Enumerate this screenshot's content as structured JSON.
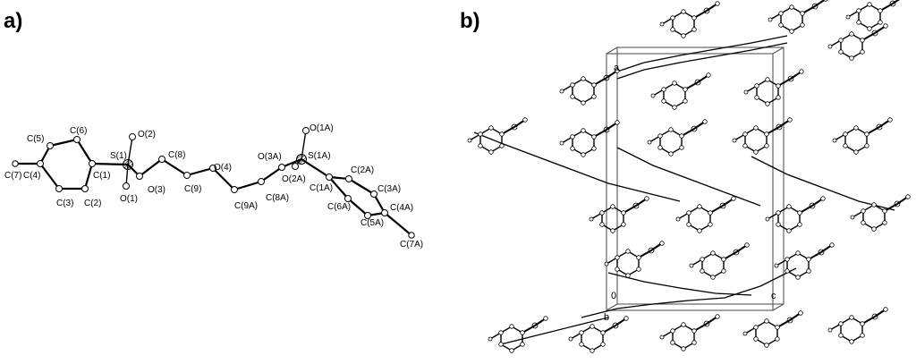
{
  "panels": {
    "a": {
      "label": "a)"
    },
    "b": {
      "label": "b)"
    }
  },
  "molecule_labels": {
    "c7": "C(7)",
    "c4": "C(4)",
    "c5": "C(5)",
    "c6": "C(6)",
    "c3": "C(3)",
    "c2": "C(2)",
    "c1": "C(1)",
    "s1": "S(1)",
    "o2": "O(2)",
    "o1": "O(1)",
    "o3": "O(3)",
    "c8": "C(8)",
    "c9": "C(9)",
    "o4": "O(4)",
    "c9a": "C(9A)",
    "c8a": "C(8A)",
    "o3a": "O(3A)",
    "o2a": "O(2A)",
    "s1a": "S(1A)",
    "o1a": "O(1A)",
    "c2a": "C(2A)",
    "c1a": "C(1A)",
    "c3a": "C(3A)",
    "c6a": "C(6A)",
    "c4a": "C(4A)",
    "c5a": "C(5A)",
    "c7a": "C(7A)"
  },
  "axes": {
    "a": "a",
    "o": "0",
    "b": "b",
    "c": "c"
  }
}
